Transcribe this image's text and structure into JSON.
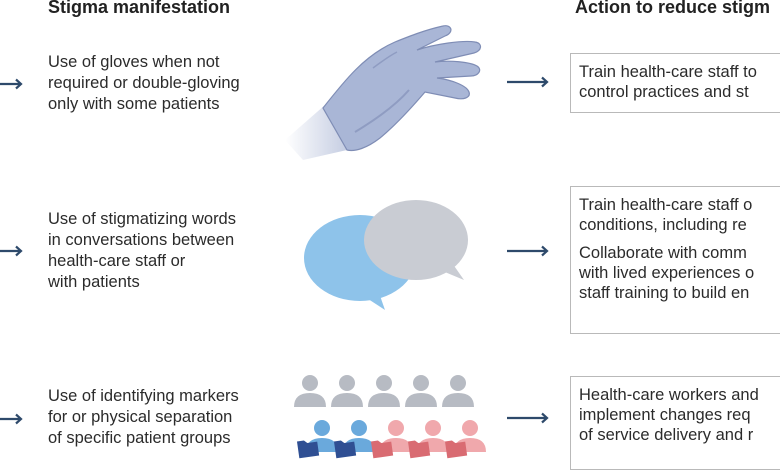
{
  "headers": {
    "stigma": "Stigma manifestation",
    "action": "Action to reduce stigm"
  },
  "rows": [
    {
      "manifestation": [
        "Use of gloves when not",
        "required or double-gloving",
        "only with some patients"
      ],
      "actions": [
        [
          "Train health-care staff to",
          "control practices and st"
        ]
      ],
      "icon": "glove-icon"
    },
    {
      "manifestation": [
        "Use of stigmatizing words",
        "in conversations between",
        "health-care staff or",
        "with patients"
      ],
      "actions": [
        [
          "Train health-care staff o",
          "conditions, including re"
        ],
        [
          "Collaborate with comm",
          "with lived experiences o",
          "staff training to build en"
        ]
      ],
      "icon": "speech-bubbles-icon"
    },
    {
      "manifestation": [
        "Use of identifying markers",
        "for or physical separation",
        "of specific patient groups"
      ],
      "actions": [
        [
          "Health-care workers and",
          "implement changes req",
          "of service delivery and r"
        ]
      ],
      "icon": "patient-groups-icon"
    }
  ],
  "colors": {
    "arrow": "#2e4a6b",
    "glove": "#a9b6d6",
    "bubble_blue": "#8ec3ea",
    "bubble_grey": "#c9ccd3",
    "person_grey": "#b7bbc3",
    "person_blue": "#6aa9dc",
    "person_pink": "#f0a8ac",
    "folder_blue": "#2f4f93",
    "folder_red": "#d96b72"
  }
}
